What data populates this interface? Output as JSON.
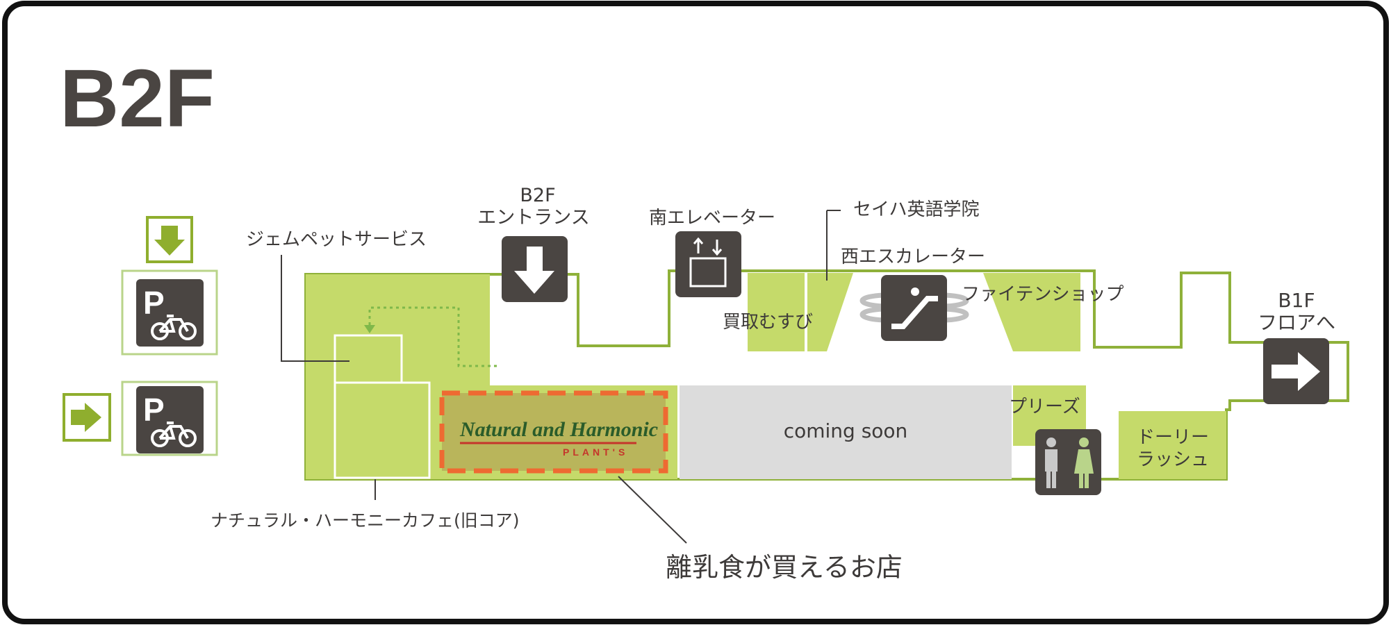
{
  "floor": {
    "title": "B2F"
  },
  "colors": {
    "frame_border": "#111111",
    "store_fill": "#c5da6a",
    "corridor_outline": "#8fb13a",
    "sign_fill": "#4a4542",
    "coming_soon_fill": "#dcdcdc",
    "highlight_fill": "#b9b55b",
    "highlight_border": "#ee6a32",
    "arrow_green": "#8fae2e",
    "route_dotted": "#7fb84a"
  },
  "icons": {
    "down_arrow_small": "down-arrow-icon",
    "right_arrow_small": "right-arrow-icon",
    "bicycle_parking": "bicycle-parking-icon",
    "entrance_arrow": "down-arrow-icon",
    "elevator": "elevator-icon",
    "escalator": "escalator-icon",
    "restroom": "restroom-icon",
    "exit_arrow": "right-arrow-icon"
  },
  "labels": {
    "entrance_line1": "B2F",
    "entrance_line2": "エントランス",
    "south_elevator": "南エレベーター",
    "seiha": "セイハ英語学院",
    "west_escalator": "西エスカレーター",
    "faiten": "ファイテンショップ",
    "kaitori": "買取むすび",
    "b1f_line1": "B1F",
    "b1f_line2": "フロアへ",
    "jem_pet": "ジェムペットサービス",
    "coming_soon": "coming soon",
    "pleats": "プリーズ",
    "dolly_line1": "ドーリー",
    "dolly_line2": "ラッシュ",
    "natural_cafe": "ナチュラル・ハーモニーカフェ(旧コア)",
    "baby_food": "離乳食が買えるお店"
  },
  "store_logo": {
    "main_text": "Natural and Harmonic",
    "sub_text": "PLANT'S"
  }
}
